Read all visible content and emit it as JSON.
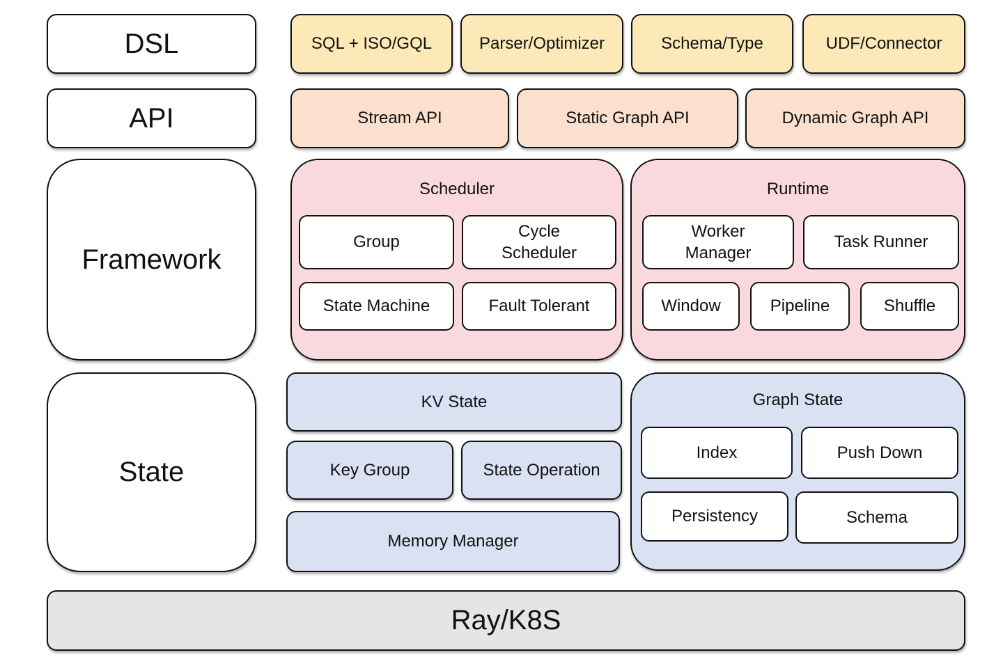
{
  "colors": {
    "yellow": "#FCE9B7",
    "peach": "#FAE0CD",
    "pink": "#F9D9DE",
    "blue": "#DAE1F2",
    "gray": "#E5E5E5",
    "white": "#FFFFFF"
  },
  "layers": {
    "dsl": {
      "label": "DSL",
      "items": [
        "SQL + ISO/GQL",
        "Parser/Optimizer",
        "Schema/Type",
        "UDF/Connector"
      ]
    },
    "api": {
      "label": "API",
      "items": [
        "Stream API",
        "Static Graph API",
        "Dynamic Graph API"
      ]
    },
    "framework": {
      "label": "Framework",
      "groups": [
        {
          "title": "Scheduler",
          "items": [
            "Group",
            "Cycle Scheduler",
            "State Machine",
            "Fault Tolerant"
          ]
        },
        {
          "title": "Runtime",
          "items": [
            "Worker Manager",
            "Task Runner",
            "Window",
            "Pipeline",
            "Shuffle"
          ]
        }
      ]
    },
    "state": {
      "label": "State",
      "kv": {
        "top": "KV State",
        "left": "Key Group",
        "right": "State Operation",
        "bottom": "Memory Manager"
      },
      "graph": {
        "title": "Graph State",
        "items": [
          "Index",
          "Push Down",
          "Persistency",
          "Schema"
        ]
      }
    },
    "infra": {
      "label": "Ray/K8S"
    }
  }
}
